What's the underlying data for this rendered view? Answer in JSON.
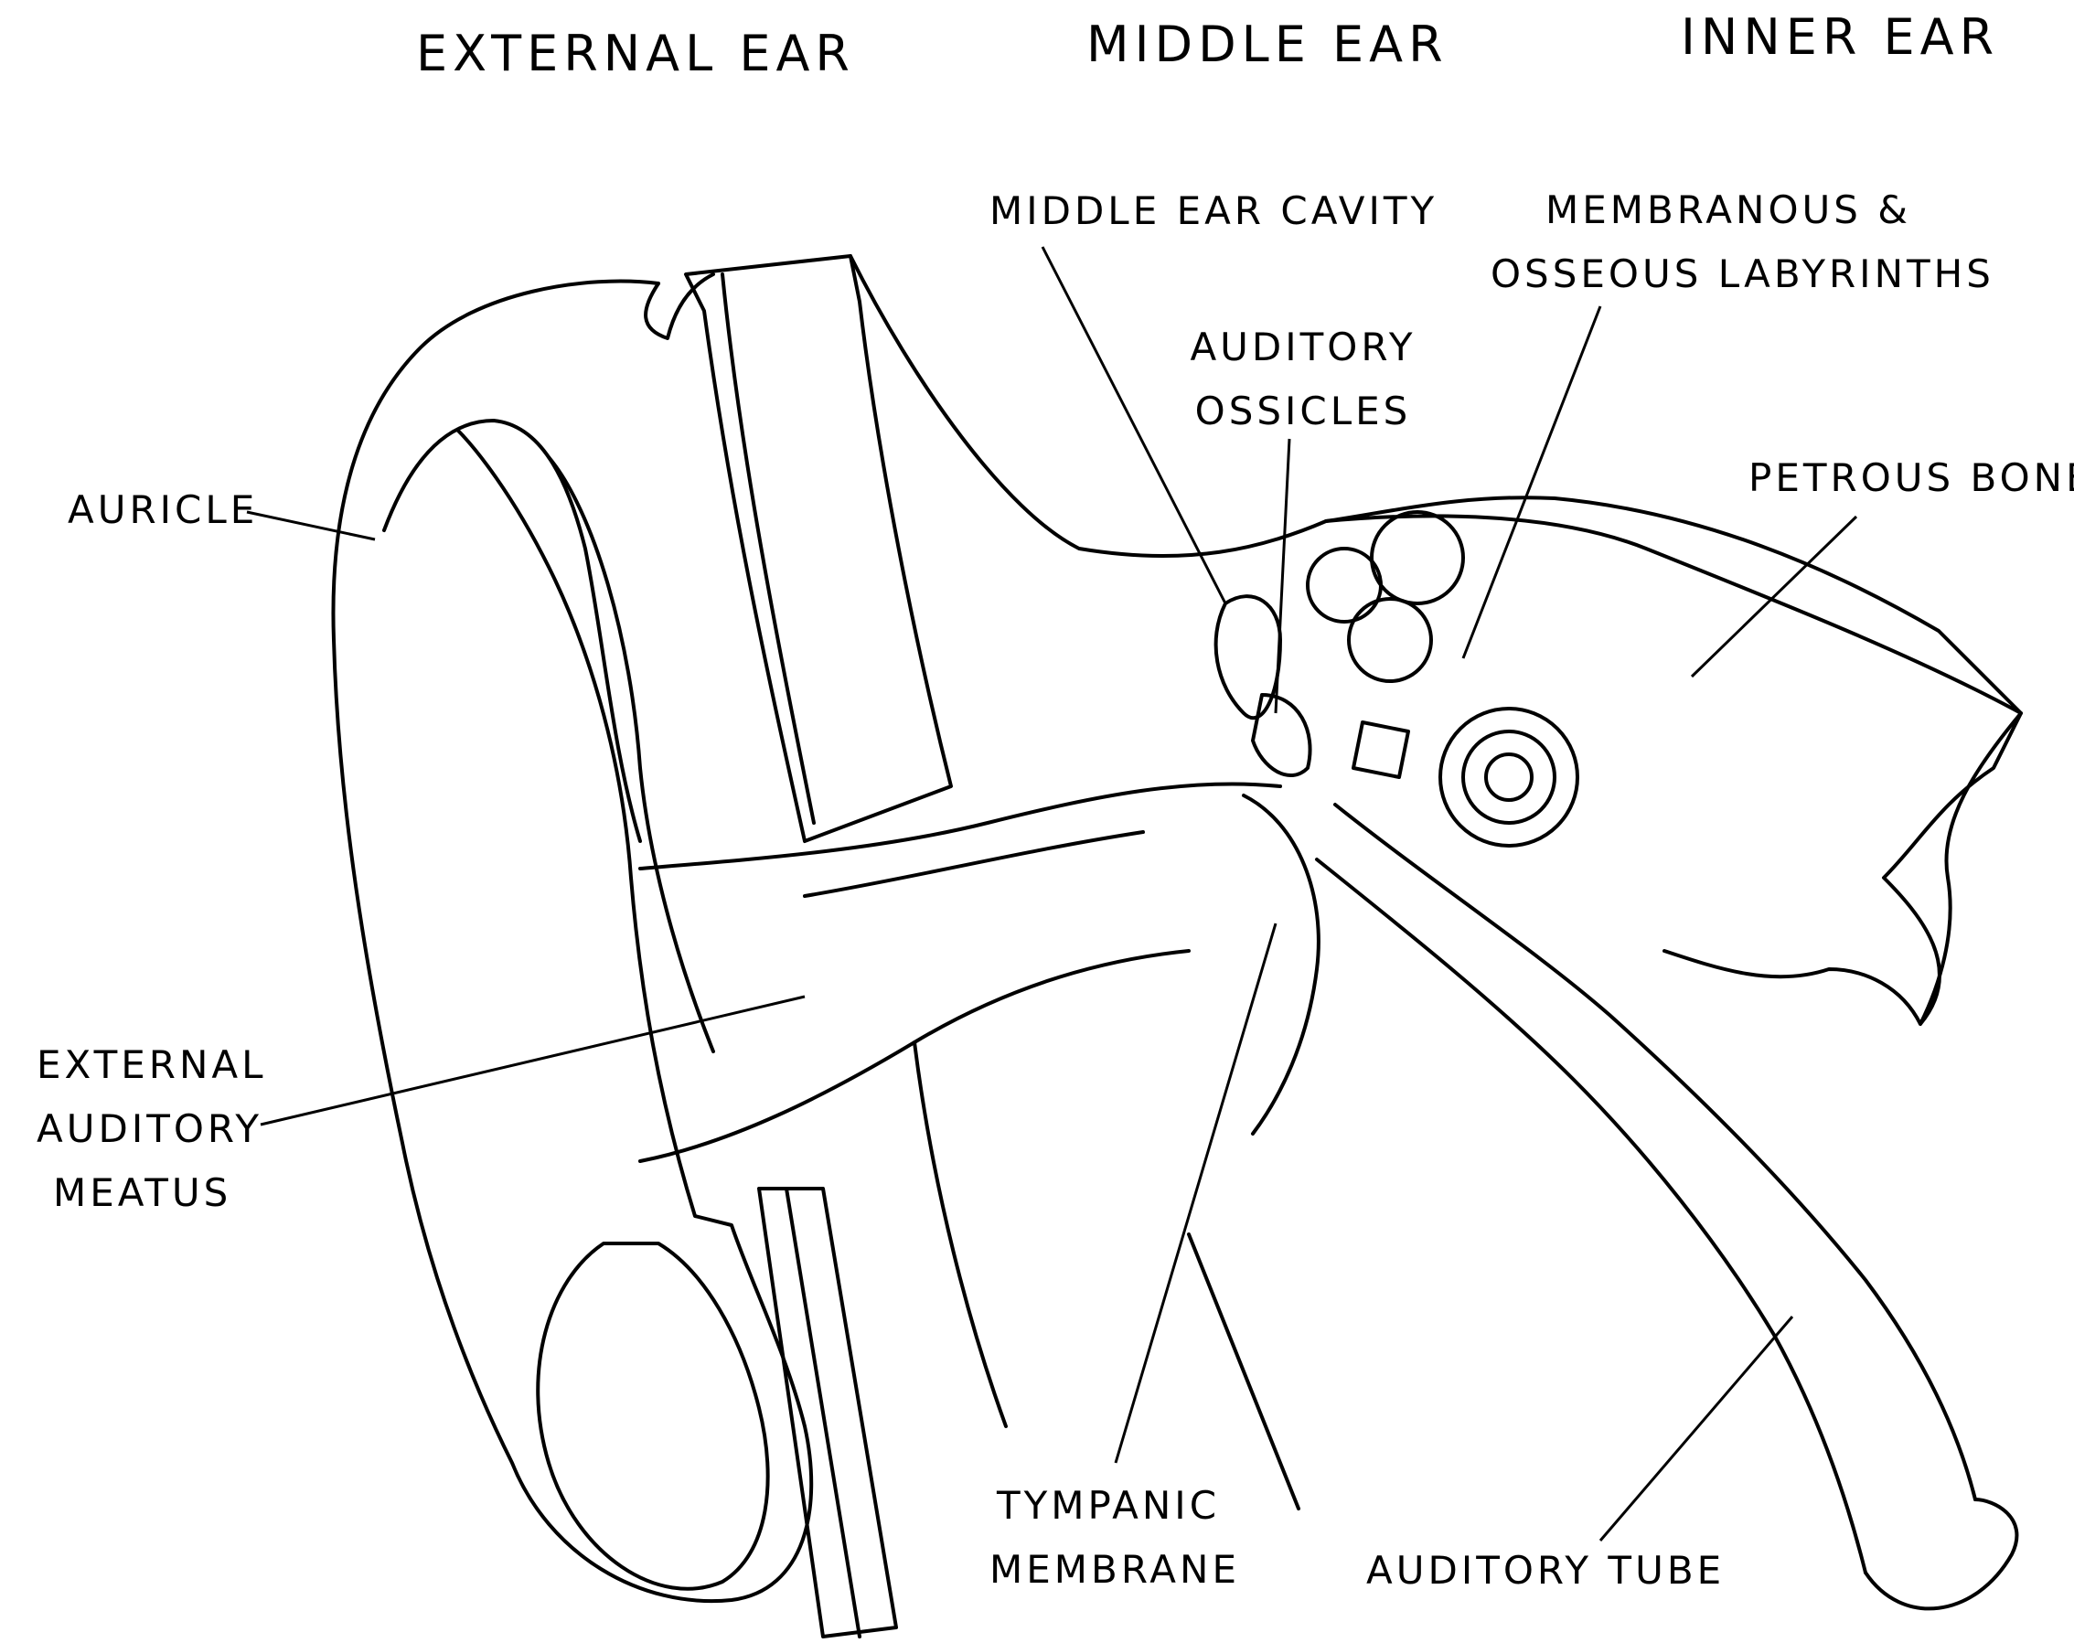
{
  "sections": {
    "external": "EXTERNAL EAR",
    "middle": "MIDDLE EAR",
    "inner": "INNER EAR"
  },
  "labels": {
    "middle_ear_cavity": "MIDDLE EAR CAVITY",
    "membranous_1": "MEMBRANOUS &",
    "membranous_2": "OSSEOUS LABYRINTHS",
    "ossicles_1": "AUDITORY",
    "ossicles_2": "OSSICLES",
    "petrous": "PETROUS BONE",
    "auricle": "AURICLE",
    "meatus_1": "EXTERNAL",
    "meatus_2": "AUDITORY",
    "meatus_3": "MEATUS",
    "tympanic_1": "TYMPANIC",
    "tympanic_2": "MEMBRANE",
    "tube": "AUDITORY TUBE"
  },
  "colors": {
    "ink": "#000000",
    "paper": "#ffffff"
  }
}
